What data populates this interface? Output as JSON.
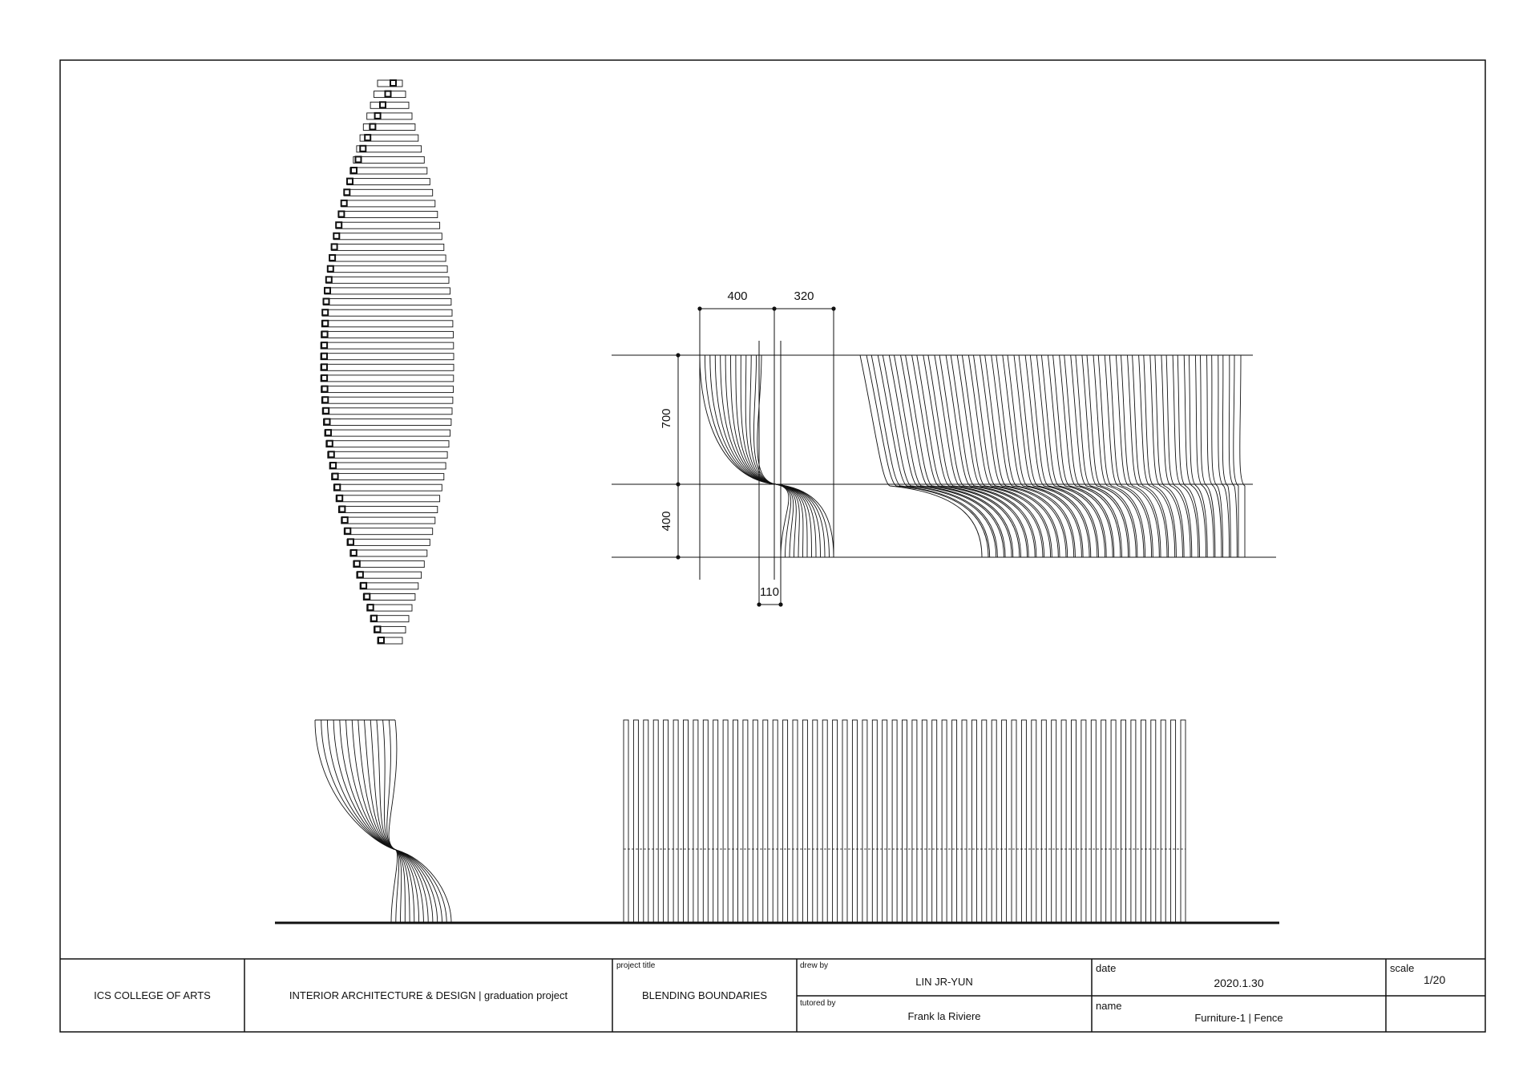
{
  "drawing": {
    "dimensions": {
      "d400_top": "400",
      "d320": "320",
      "d700": "700",
      "d400_side": "400",
      "d110": "110"
    }
  },
  "titleblock": {
    "school": "ICS COLLEGE OF ARTS",
    "program": "INTERIOR ARCHITECTURE & DESIGN | graduation project",
    "project_title_label": "project title",
    "project_title": "BLENDING BOUNDARIES",
    "drew_by_label": "drew by",
    "drew_by": "LIN JR-YUN",
    "tutored_by_label": "tutored by",
    "tutored_by": "Frank la Riviere",
    "date_label": "date",
    "date": "2020.1.30",
    "name_label": "name",
    "name": "Furniture-1  |  Fence",
    "scale_label": "scale",
    "scale": "1/20"
  }
}
